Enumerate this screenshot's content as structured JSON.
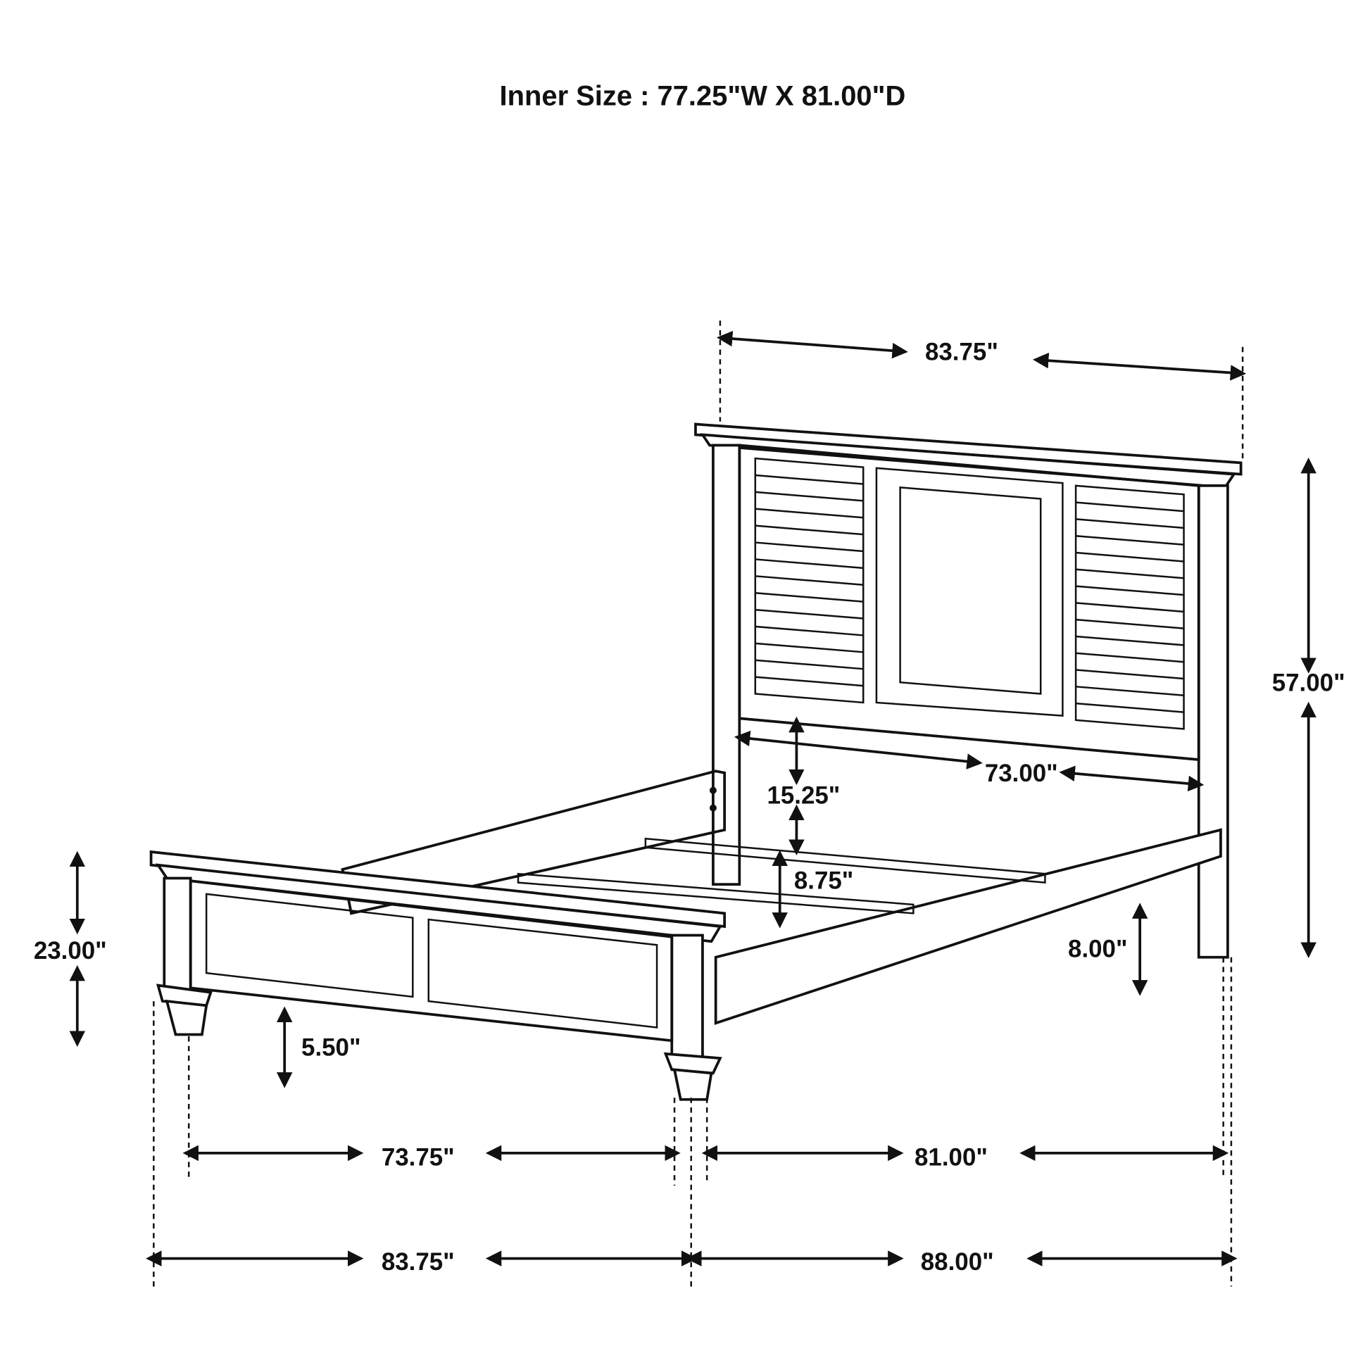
{
  "title": "Inner Size : 77.25\"W X 81.00\"D",
  "dimensions": {
    "headboard_width": "83.75\"",
    "headboard_height": "57.00\"",
    "inner_width_head": "73.00\"",
    "headboard_clearance": "15.25\"",
    "slat_height": "8.75\"",
    "rail_clearance": "8.00\"",
    "footboard_height": "23.00\"",
    "footboard_clearance": "5.50\"",
    "foot_inner_width": "73.75\"",
    "inner_length": "81.00\"",
    "overall_width": "83.75\"",
    "overall_length": "88.00\""
  }
}
